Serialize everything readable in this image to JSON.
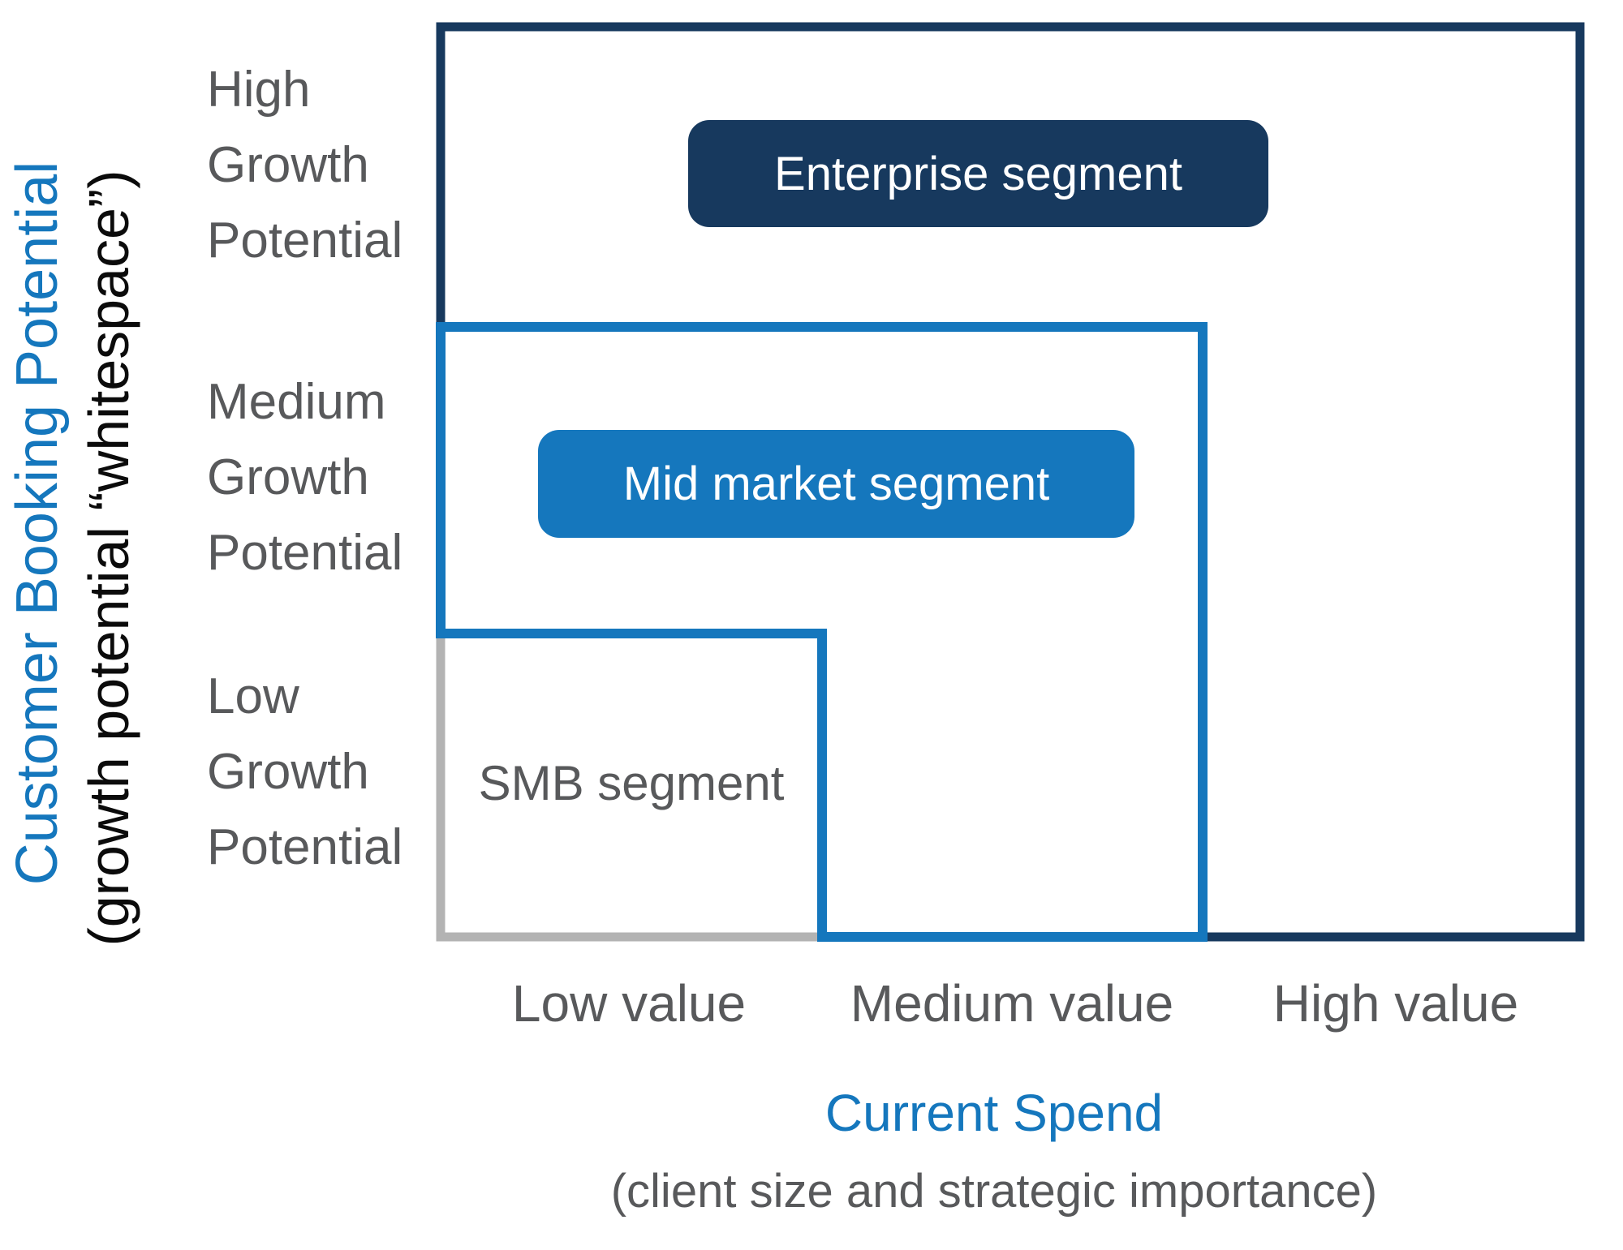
{
  "colors": {
    "navy": "#17395E",
    "blue": "#1577BD",
    "gray_line": "#B3B3B3",
    "text_gray": "#58595B",
    "text_black": "#0B0B0B",
    "badge_text": "#FFFFFF",
    "background": "#FFFFFF"
  },
  "y_axis": {
    "title": "Customer Booking Potential",
    "subtitle": "(growth potential “whitespace”)",
    "ticks": [
      {
        "lines": [
          "High",
          "Growth",
          "Potential"
        ]
      },
      {
        "lines": [
          "Medium",
          "Growth",
          "Potential"
        ]
      },
      {
        "lines": [
          "Low",
          "Growth",
          "Potential"
        ]
      }
    ]
  },
  "x_axis": {
    "title": "Current Spend",
    "subtitle": "(client size and strategic importance)",
    "ticks": [
      "Low value",
      "Medium value",
      "High value"
    ]
  },
  "segments": [
    {
      "id": "enterprise",
      "label": "Enterprise segment"
    },
    {
      "id": "mid_market",
      "label": "Mid market segment"
    },
    {
      "id": "smb",
      "label": "SMB segment"
    }
  ]
}
